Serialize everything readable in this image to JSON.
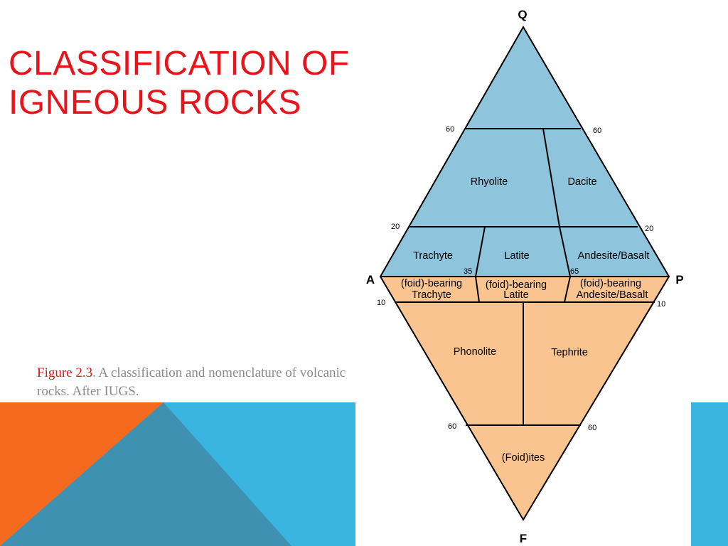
{
  "slide": {
    "title_line1": "CLASSIFICATION OF",
    "title_line2": "IGNEOUS ROCKS",
    "caption_figure": "Figure 2.3",
    "caption_text": ". A classification and nomenclature of volcanic rocks. After IUGS."
  },
  "colors": {
    "title": "#e8141b",
    "upper_fill": "#8ec4dc",
    "lower_fill": "#fac490",
    "decor_orange": "#f56a1e",
    "decor_blue": "#3ab4e0",
    "decor_dark_blue": "#3f91b2"
  },
  "diagram": {
    "vertices": {
      "q": "Q",
      "a": "A",
      "p": "P",
      "f": "F"
    },
    "rocks": {
      "rhyolite": "Rhyolite",
      "dacite": "Dacite",
      "trachyte": "Trachyte",
      "latite": "Latite",
      "andesite_basalt": "Andesite/Basalt",
      "foid_bearing": "(foid)-bearing",
      "foid_trachyte": "Trachyte",
      "foid_latite": "Latite",
      "foid_andesite_basalt": "Andesite/Basalt",
      "phonolite": "Phonolite",
      "tephrite": "Tephrite",
      "foidites": "(Foid)ites"
    },
    "labels": {
      "q60_left": "60",
      "q60_right": "60",
      "q20_left": "20",
      "q20_right": "20",
      "n35": "35",
      "n65": "65",
      "f10_left": "10",
      "f10_right": "10",
      "f60_left": "60",
      "f60_right": "60"
    }
  }
}
